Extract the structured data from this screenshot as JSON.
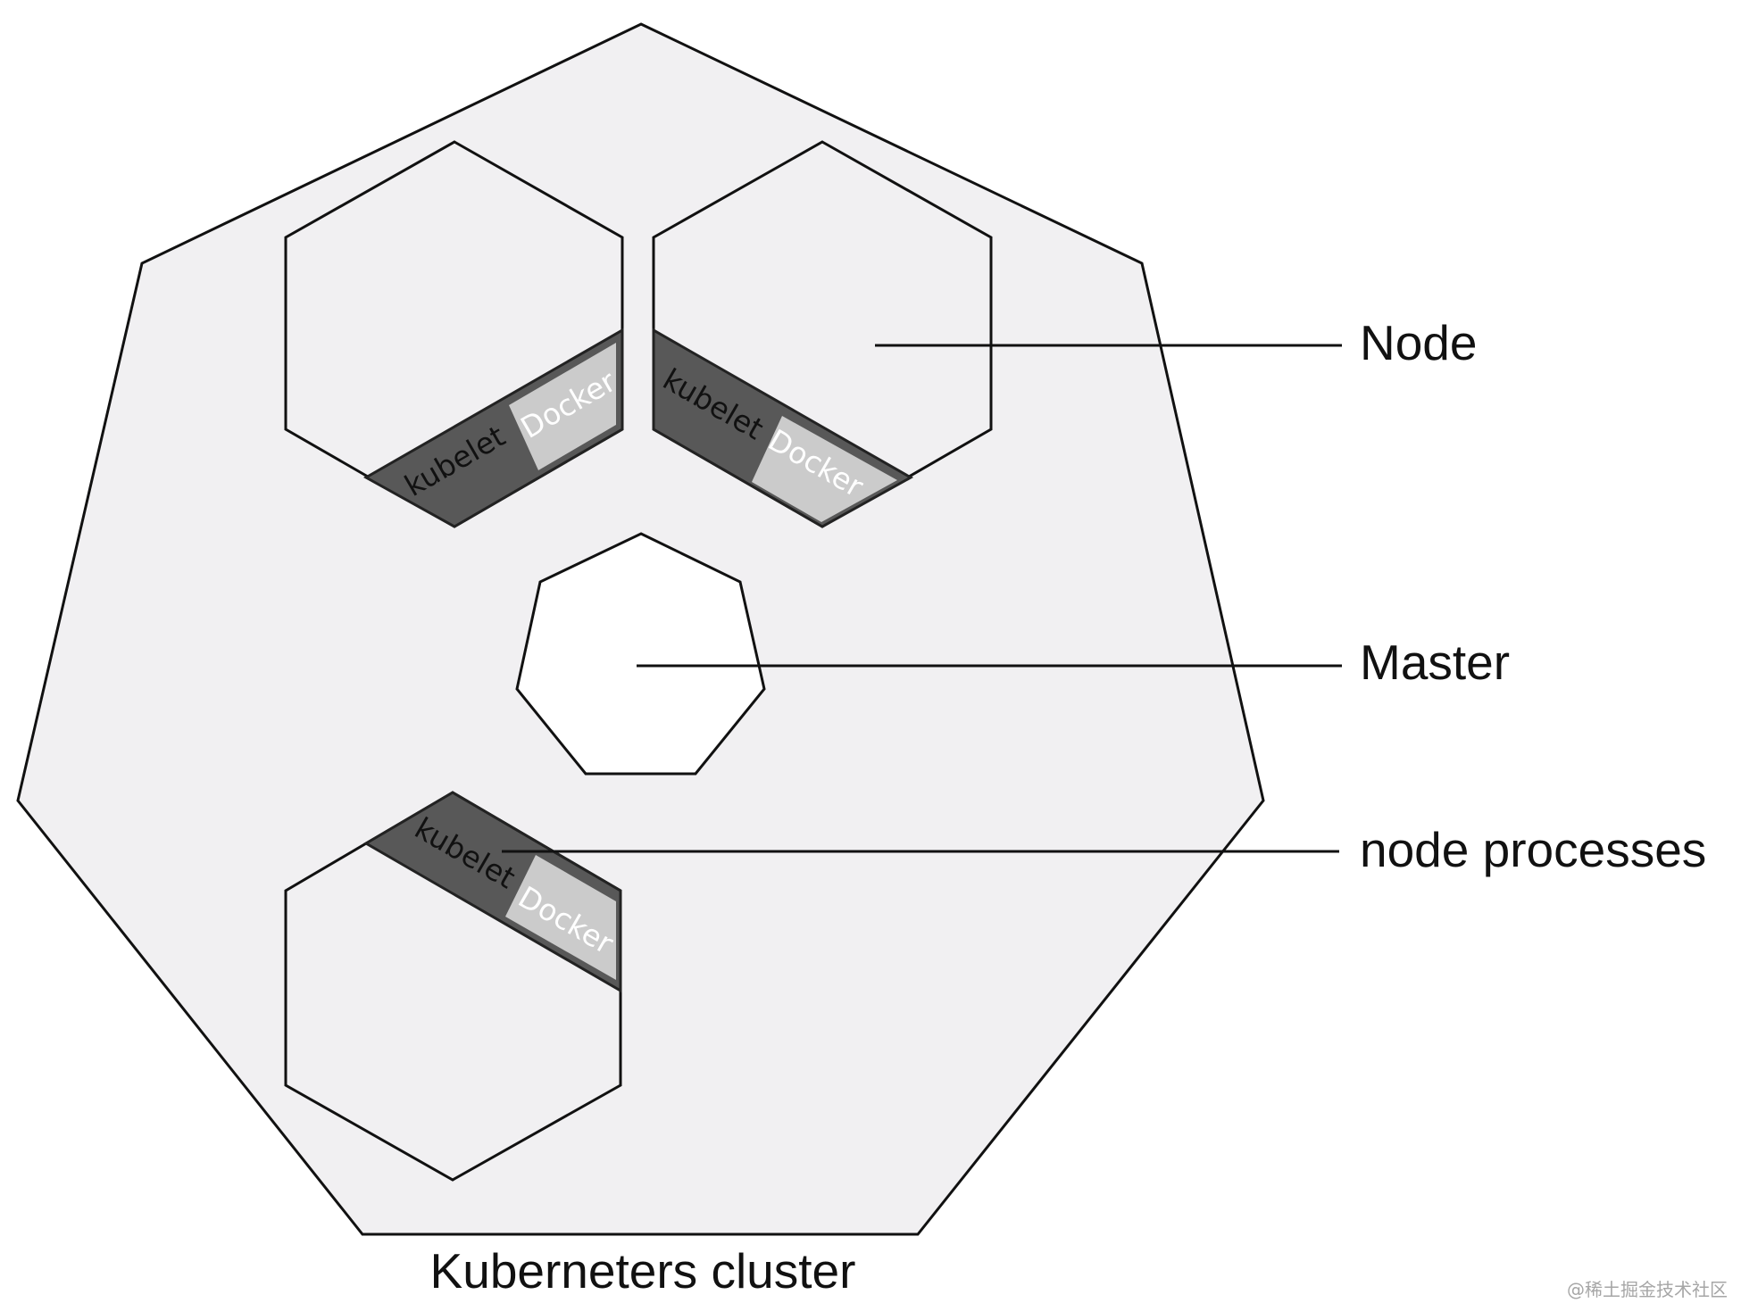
{
  "labels": {
    "node": "Node",
    "master": "Master",
    "node_processes": "node processes",
    "cluster": "Kuberneters cluster"
  },
  "process_names": {
    "kubelet": "kubelet",
    "docker": "Docker"
  },
  "watermark": "@稀土掘金技术社区",
  "colors": {
    "cluster_fill": "#f1f0f2",
    "master_fill": "#ffffff",
    "kubelet_band": "#585858",
    "docker_box": "#cbcbcb",
    "outline": "#111111"
  }
}
